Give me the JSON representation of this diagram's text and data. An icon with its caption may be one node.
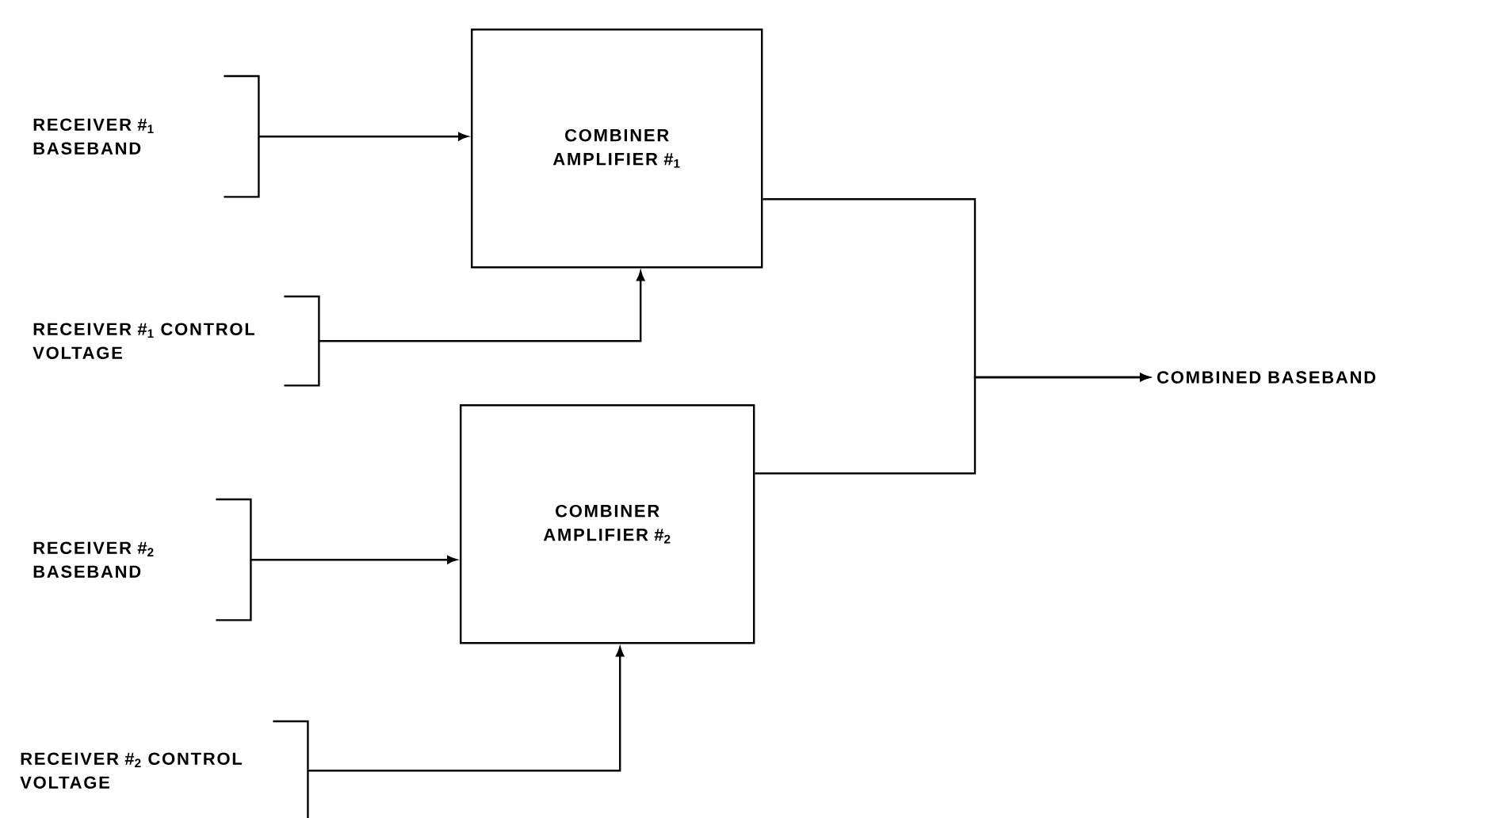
{
  "diagram": {
    "nodes": [
      {
        "text": [
          "RECEIVER #$_{1}$ BASEBAND"
        ]
      },
      {
        "text": [
          "COMBINER AMPLIFIER #$_{1}$"
        ]
      },
      {
        "text": [
          "RECEIVER #$_{1}$ CONTROL VOLTAGE"
        ]
      },
      {
        "text": [
          "COMBINED BASEBAND"
        ]
      },
      {
        "text": [
          "RECEIVER #$_{2}$ BASEBAND"
        ]
      },
      {
        "text": [
          "COMBINER AMPLIFIER #$_{2}$"
        ]
      },
      {
        "text": [
          "RECEIVER #$_{2}$ CONTROL VOLTAGE"
        ]
      }
    ],
    "edges": [
      {
        "from": 0,
        "to": 1,
        "arrow": "to"
      },
      {
        "from": 2,
        "to": 1,
        "arrow": "to"
      },
      {
        "from": 1,
        "to": 3,
        "arrow": "to"
      },
      {
        "from": 5,
        "to": 3,
        "arrow": "to"
      },
      {
        "from": 4,
        "to": 5,
        "arrow": "to"
      },
      {
        "from": 6,
        "to": 5,
        "arrow": "to"
      }
    ]
  }
}
